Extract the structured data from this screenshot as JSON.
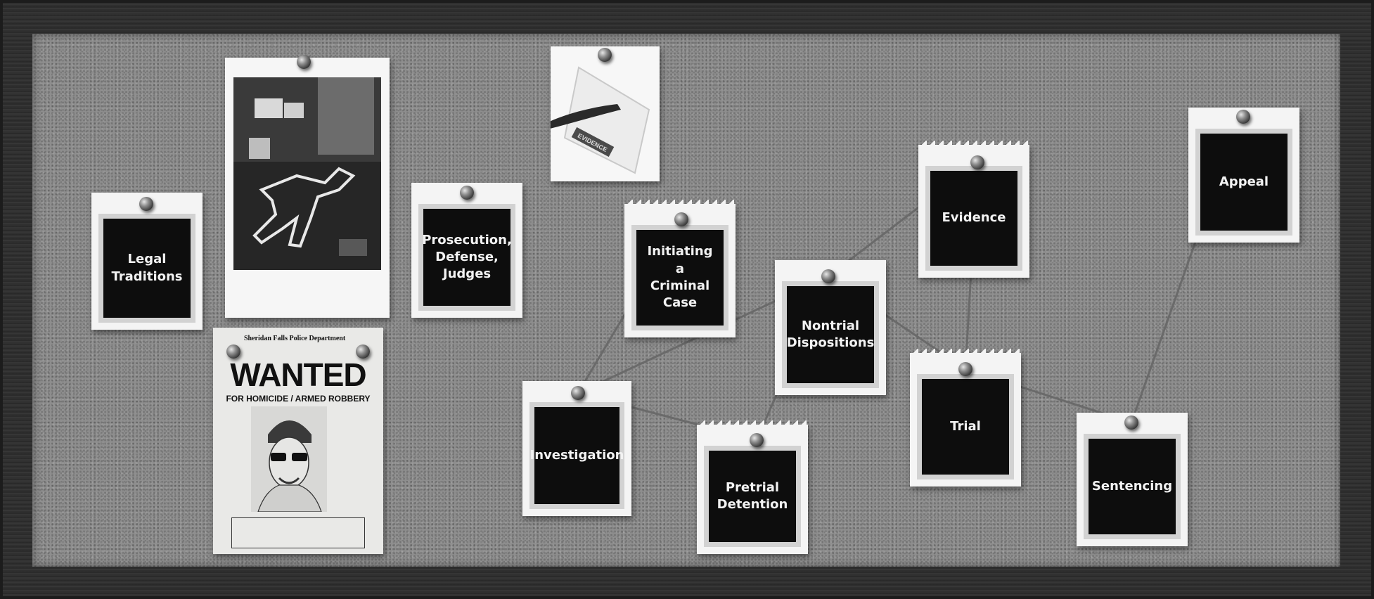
{
  "board": {
    "cards": [
      {
        "id": "legal-traditions",
        "label": "Legal\nTraditions"
      },
      {
        "id": "prosecution",
        "label": "Prosecution,\nDefense,\nJudges"
      },
      {
        "id": "initiating",
        "label": "Initiating\na\nCriminal Case"
      },
      {
        "id": "evidence",
        "label": "Evidence"
      },
      {
        "id": "appeal",
        "label": "Appeal"
      },
      {
        "id": "nontrial",
        "label": "Nontrial\nDispositions"
      },
      {
        "id": "investigation",
        "label": "Investigation"
      },
      {
        "id": "pretrial",
        "label": "Pretrial\nDetention"
      },
      {
        "id": "trial",
        "label": "Trial"
      },
      {
        "id": "sentencing",
        "label": "Sentencing"
      }
    ],
    "wanted_poster": {
      "title": "WANTED",
      "subtitle": "FOR HOMICIDE / ARMED ROBBERY"
    },
    "evidence_tag": "EVIDENCE"
  }
}
